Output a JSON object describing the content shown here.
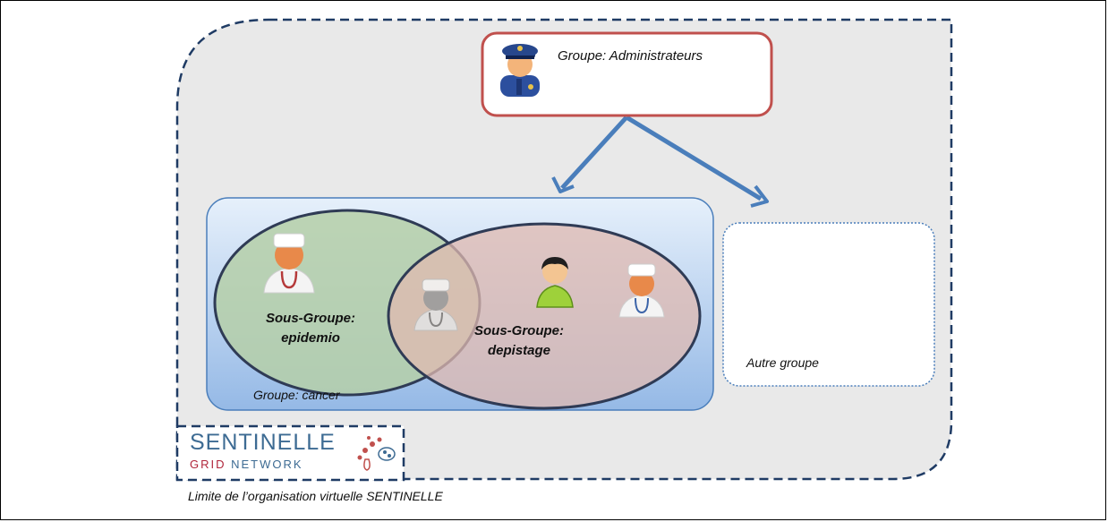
{
  "admin_group": {
    "label": "Groupe: Administrateurs"
  },
  "cancer_group": {
    "label": "Groupe: cancer"
  },
  "subgroup_epidemio": {
    "line1": "Sous-Groupe:",
    "line2": "epidemio"
  },
  "subgroup_depistage": {
    "line1": "Sous-Groupe:",
    "line2": "depistage"
  },
  "other_group": {
    "label": "Autre groupe"
  },
  "caption": {
    "label": "Limite de l’organisation virtuelle SENTINELLE"
  },
  "logo": {
    "line1": "SENTINELLE",
    "line2_grid": "GRID",
    "line2_network": "NETWORK"
  },
  "colors": {
    "vo_border": "#1f3b64",
    "arrow": "#4a7ebb",
    "admin_border": "#c0504d",
    "epidemio_fill": "#b5cfa8",
    "depistage_fill": "#e0b9b0"
  },
  "icons": [
    "police-officer-icon",
    "doctor-icon",
    "patient-icon"
  ]
}
